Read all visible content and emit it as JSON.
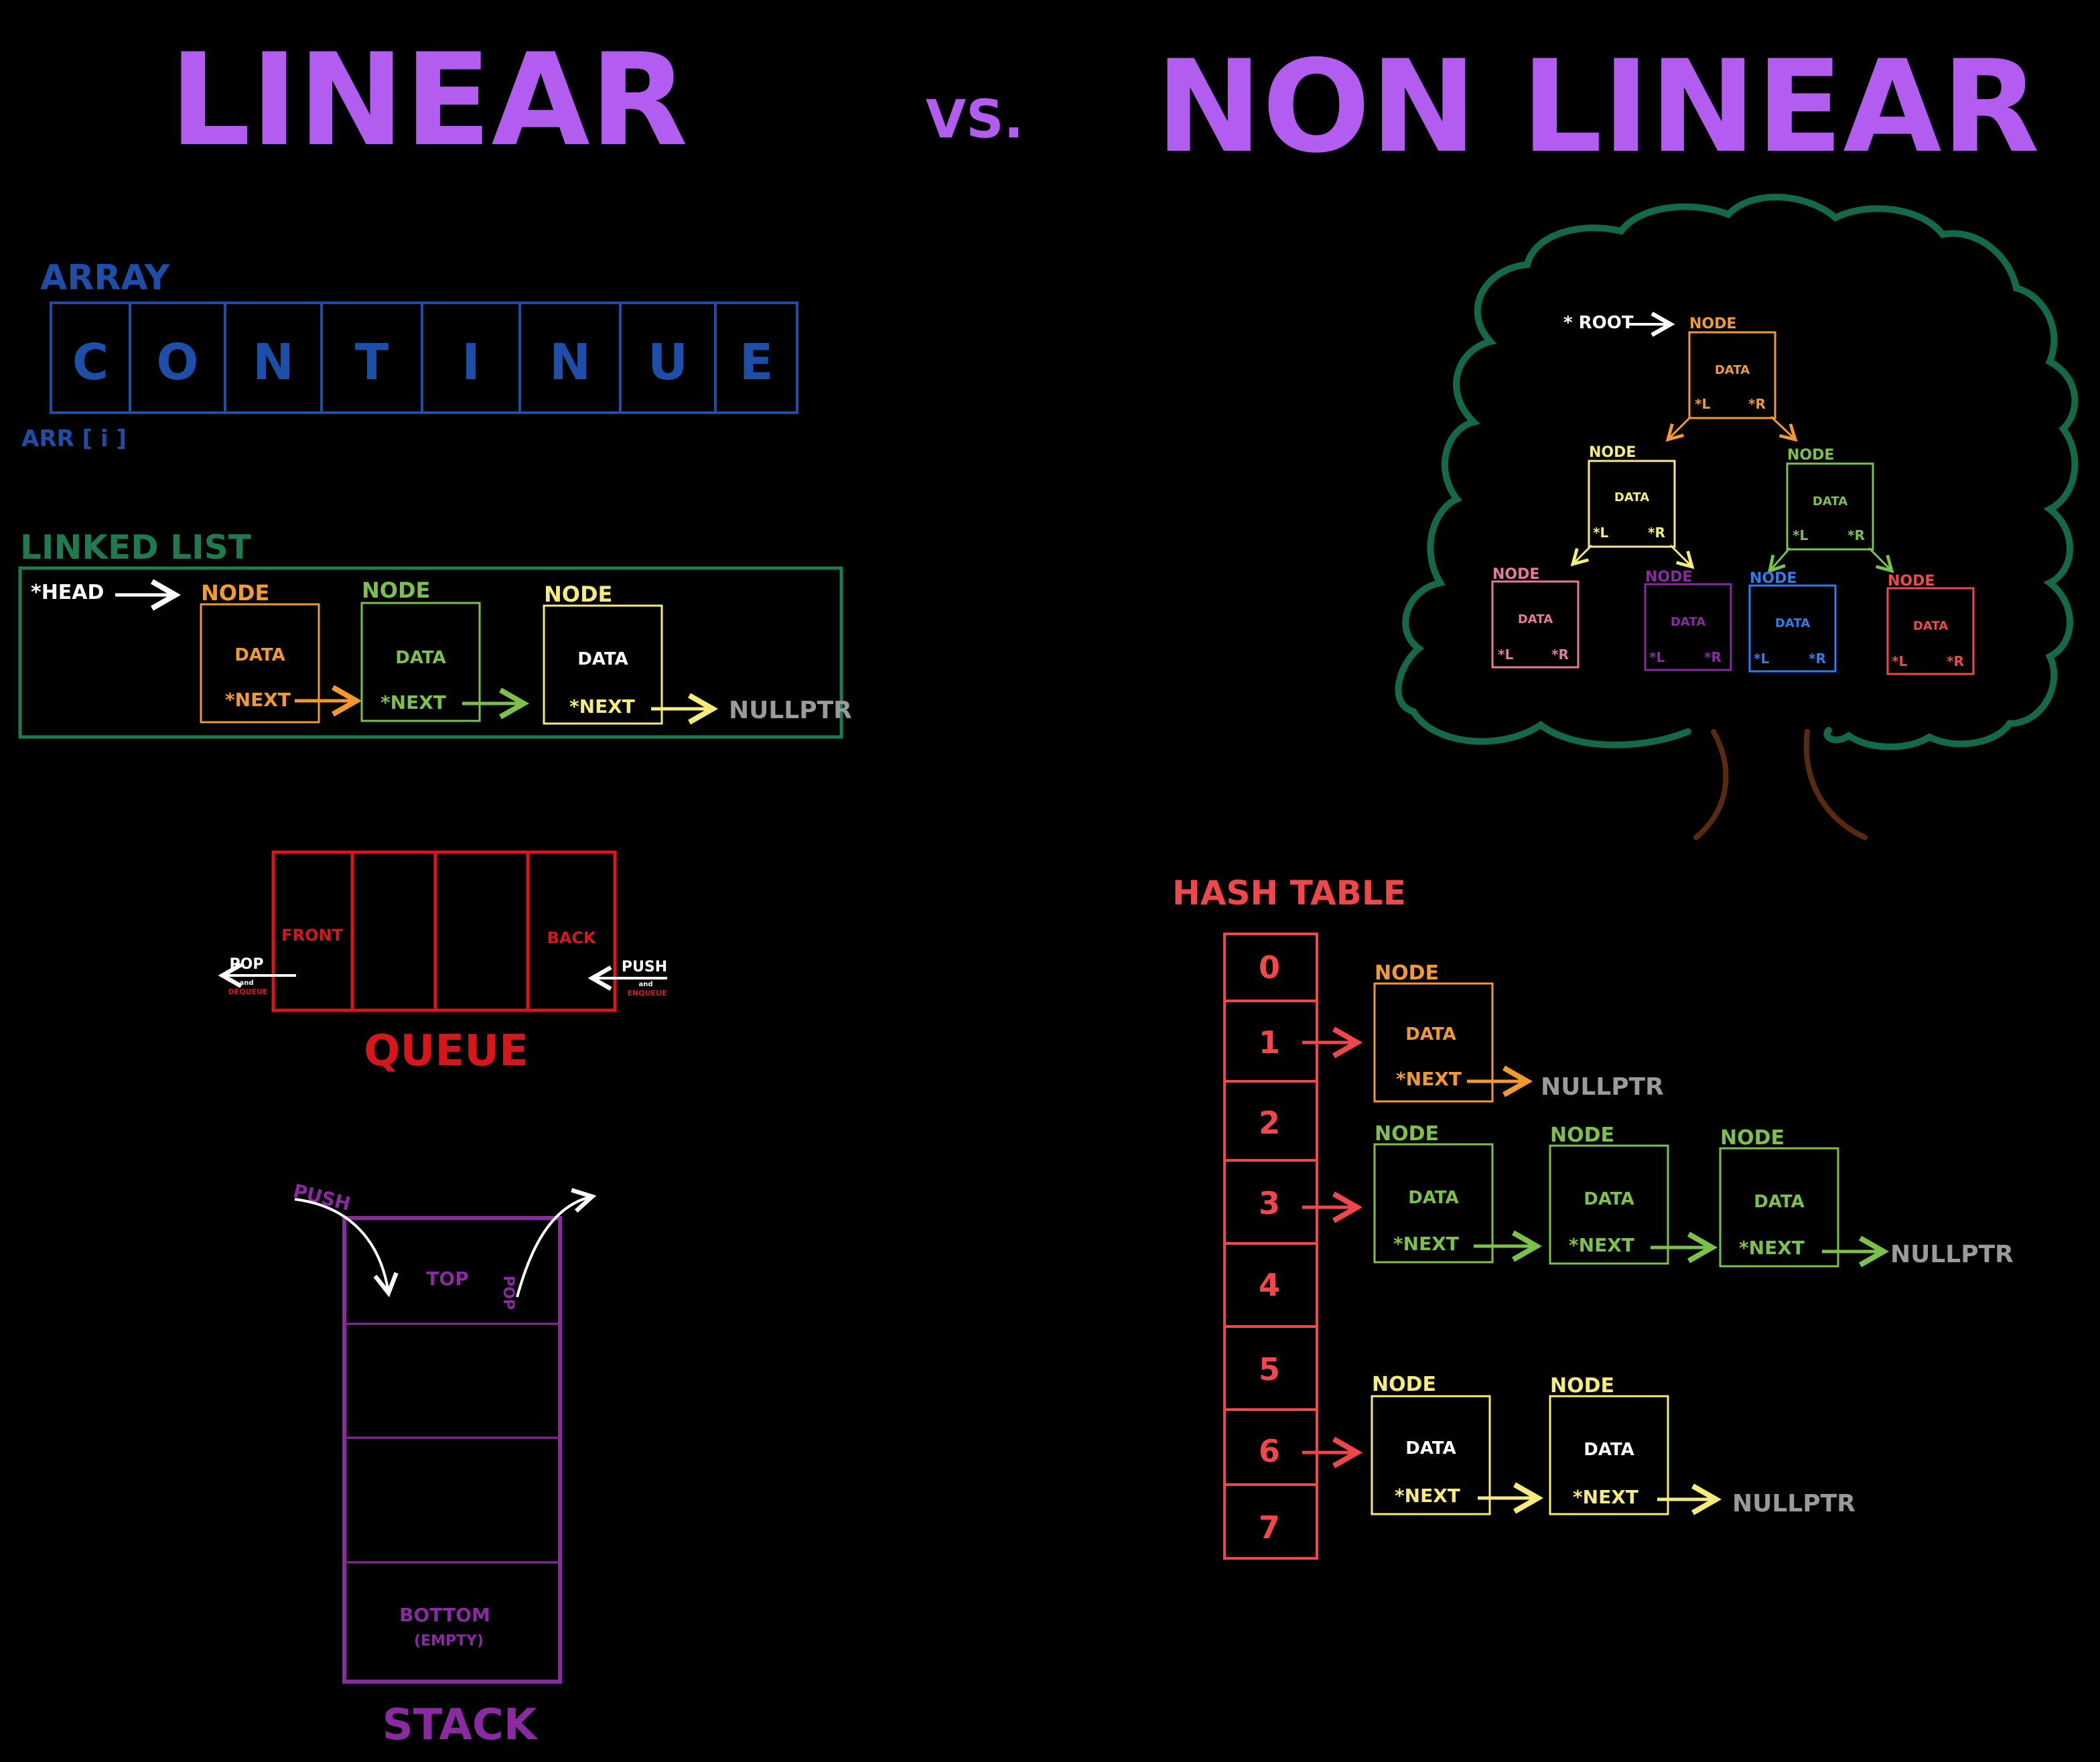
{
  "colors": {
    "background": "#000000",
    "title": "#B35CF0",
    "array": "#1D4FA8",
    "linked_list": "#1E7A4F",
    "orange": "#F2992F",
    "green": "#7CC24A",
    "yellow": "#F5EC7A",
    "white": "#FFFFFF",
    "gray": "#9A9A9A",
    "queue": "#D6161B",
    "stack": "#8A2AA0",
    "tree_outline": "#13694A",
    "trunk": "#5A2A10",
    "pink": "#E77A9A",
    "purple": "#8A2AA0",
    "blue": "#2F7BF0",
    "red": "#F0484A",
    "hash": "#F0484A"
  },
  "header": {
    "linear": "LINEAR",
    "vs": "VS.",
    "non_linear": "NON LINEAR"
  },
  "array": {
    "label": "ARRAY",
    "cells": [
      "C",
      "O",
      "N",
      "T",
      "I",
      "N",
      "U",
      "E"
    ],
    "index_label": "ARR [ i ]"
  },
  "linked_list": {
    "label": "LINKED LIST",
    "head_label": "*HEAD",
    "nodes": [
      {
        "label": "NODE",
        "data": "DATA",
        "next": "*NEXT",
        "color": "orange"
      },
      {
        "label": "NODE",
        "data": "DATA",
        "next": "*NEXT",
        "color": "green"
      },
      {
        "label": "NODE",
        "data": "DATA",
        "next": "*NEXT",
        "color": "yellow"
      }
    ],
    "null_label": "NULLPTR"
  },
  "queue": {
    "label": "QUEUE",
    "front": "FRONT",
    "back": "BACK",
    "pop": "POP",
    "pop_alias": "DEQUEUE",
    "push": "PUSH",
    "push_alias": "ENQUEUE",
    "and": "and"
  },
  "stack": {
    "label": "STACK",
    "push": "PUSH",
    "pop": "POP",
    "top": "TOP",
    "bottom": "BOTTOM",
    "bottom_note": "(EMPTY)"
  },
  "tree": {
    "root_label": "* ROOT",
    "node_label": "NODE",
    "data": "DATA",
    "left": "*L",
    "right": "*R",
    "nodes": [
      {
        "id": "root",
        "color": "orange"
      },
      {
        "id": "l",
        "color": "yellow"
      },
      {
        "id": "r",
        "color": "green"
      },
      {
        "id": "ll",
        "color": "pink"
      },
      {
        "id": "lr",
        "color": "purple"
      },
      {
        "id": "rl",
        "color": "blue"
      },
      {
        "id": "rr",
        "color": "red"
      }
    ]
  },
  "hash_table": {
    "label": "HASH TABLE",
    "indices": [
      "0",
      "1",
      "2",
      "3",
      "4",
      "5",
      "6",
      "7"
    ],
    "node_label": "NODE",
    "data": "DATA",
    "next": "*NEXT",
    "null_label": "NULLPTR",
    "chains": [
      {
        "index": "1",
        "color": "orange",
        "length": 1
      },
      {
        "index": "3",
        "color": "green",
        "length": 3
      },
      {
        "index": "6",
        "color": "yellow",
        "length": 2
      }
    ]
  }
}
